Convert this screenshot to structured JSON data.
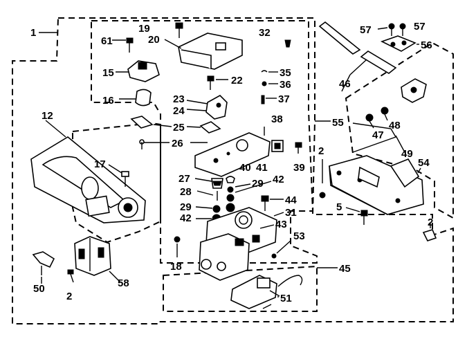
{
  "parts": [
    {
      "id": "1",
      "label": "1"
    },
    {
      "id": "2a",
      "label": "2"
    },
    {
      "id": "2b",
      "label": "2"
    },
    {
      "id": "2c",
      "label": "2"
    },
    {
      "id": "5",
      "label": "5"
    },
    {
      "id": "12",
      "label": "12"
    },
    {
      "id": "15",
      "label": "15"
    },
    {
      "id": "16",
      "label": "16"
    },
    {
      "id": "17",
      "label": "17"
    },
    {
      "id": "18",
      "label": "18"
    },
    {
      "id": "19",
      "label": "19"
    },
    {
      "id": "20",
      "label": "20"
    },
    {
      "id": "22",
      "label": "22"
    },
    {
      "id": "23",
      "label": "23"
    },
    {
      "id": "24",
      "label": "24"
    },
    {
      "id": "25",
      "label": "25"
    },
    {
      "id": "26",
      "label": "26"
    },
    {
      "id": "27",
      "label": "27"
    },
    {
      "id": "28",
      "label": "28"
    },
    {
      "id": "29a",
      "label": "29"
    },
    {
      "id": "29b",
      "label": "29"
    },
    {
      "id": "31",
      "label": "31"
    },
    {
      "id": "32",
      "label": "32"
    },
    {
      "id": "35",
      "label": "35"
    },
    {
      "id": "36",
      "label": "36"
    },
    {
      "id": "37",
      "label": "37"
    },
    {
      "id": "38",
      "label": "38"
    },
    {
      "id": "39",
      "label": "39"
    },
    {
      "id": "40",
      "label": "40"
    },
    {
      "id": "41",
      "label": "41"
    },
    {
      "id": "42a",
      "label": "42"
    },
    {
      "id": "42b",
      "label": "42"
    },
    {
      "id": "43",
      "label": "43"
    },
    {
      "id": "44",
      "label": "44"
    },
    {
      "id": "45",
      "label": "45"
    },
    {
      "id": "46",
      "label": "46"
    },
    {
      "id": "47",
      "label": "47"
    },
    {
      "id": "48",
      "label": "48"
    },
    {
      "id": "49",
      "label": "49"
    },
    {
      "id": "50",
      "label": "50"
    },
    {
      "id": "51",
      "label": "51"
    },
    {
      "id": "53",
      "label": "53"
    },
    {
      "id": "54",
      "label": "54"
    },
    {
      "id": "55",
      "label": "55"
    },
    {
      "id": "56",
      "label": "56"
    },
    {
      "id": "57a",
      "label": "57"
    },
    {
      "id": "57b",
      "label": "57"
    },
    {
      "id": "58",
      "label": "58"
    },
    {
      "id": "61",
      "label": "61"
    }
  ]
}
